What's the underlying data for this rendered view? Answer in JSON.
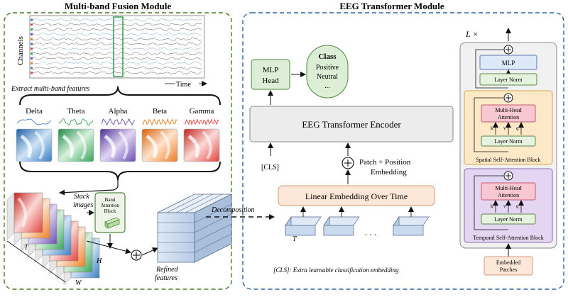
{
  "left_module": {
    "title": "Multi-band Fusion Module",
    "axis_channels": "Channels",
    "axis_time": "Time",
    "extract_label": "Extract multi-band features",
    "bands": [
      "Delta",
      "Theta",
      "Alpha",
      "Beta",
      "Gamma"
    ],
    "band_colors": [
      "#3d7fc4",
      "#3aa35a",
      "#6d4fb3",
      "#f07e22",
      "#e2433c"
    ],
    "stack_label": [
      "Stack",
      "images"
    ],
    "band_attention": [
      "Band",
      "Attention",
      "Block"
    ],
    "dim_T": "T",
    "dim_H": "H",
    "dim_W": "W",
    "refined_label": [
      "Refined",
      "features"
    ]
  },
  "decomposition_label": "Decomposition",
  "right_module": {
    "title": "EEG Transformer Module",
    "mlp_head": [
      "MLP",
      "Head"
    ],
    "class_box": {
      "title": "Class",
      "items": [
        "Positive",
        "Neutral",
        "..."
      ]
    },
    "encoder": "EEG Transformer Encoder",
    "cls_label": "[CLS]",
    "patch_label": [
      "Patch + Position",
      "Embedding"
    ],
    "linear_embedding": "Linear Embedding Over Time",
    "patch_T": "T",
    "ellipsis": ". . .",
    "footnote": "[CLS]: Extra learnable classification embedding",
    "repeat_label": "L ×",
    "mlp": "MLP",
    "layer_norm": "Layer Norm",
    "mha": [
      "Multi-Head",
      "Attention"
    ],
    "qkv": [
      "k",
      "v",
      "q"
    ],
    "spatial_block": "Spatial Self-Attention Block",
    "temporal_block": "Temporal Self-Attention Block",
    "embedded_patches": [
      "Embedded",
      "Patches"
    ]
  }
}
